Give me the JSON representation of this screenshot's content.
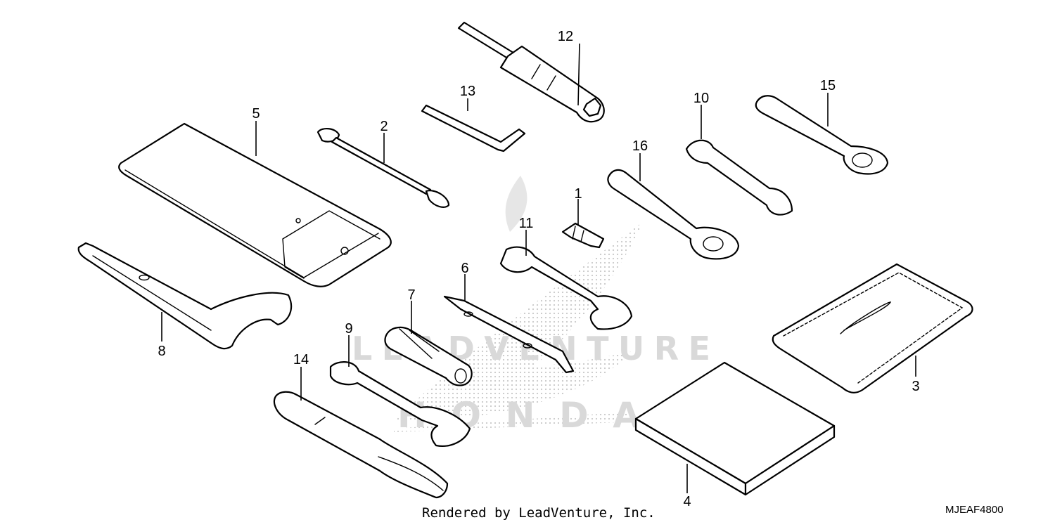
{
  "diagram": {
    "callouts": [
      "1",
      "2",
      "3",
      "4",
      "5",
      "6",
      "7",
      "8",
      "9",
      "10",
      "11",
      "12",
      "13",
      "14",
      "15",
      "16"
    ],
    "watermark": {
      "brand_text": "LEADVENTURE",
      "logo_text": "HONDA"
    },
    "footer": {
      "credit": "Rendered by LeadVenture, Inc.",
      "code": "MJEAF4800"
    },
    "colors": {
      "line": "#000000",
      "background": "#ffffff",
      "watermark": "#d9d9d9",
      "watermark_dots": "#c8c8c8"
    }
  }
}
